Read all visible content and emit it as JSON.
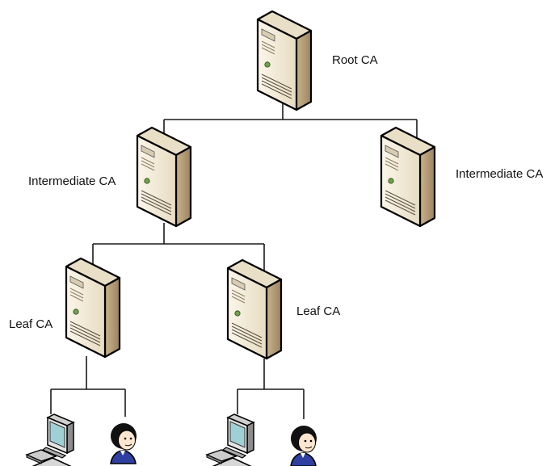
{
  "nodes": {
    "root": {
      "label": "Root CA",
      "icon": "server-icon"
    },
    "intermediate_left": {
      "label": "Intermediate CA",
      "icon": "server-icon"
    },
    "intermediate_right": {
      "label": "Intermediate CA",
      "icon": "server-icon"
    },
    "leaf_left": {
      "label": "Leaf CA",
      "icon": "server-icon"
    },
    "leaf_right": {
      "label": "Leaf CA",
      "icon": "server-icon"
    }
  },
  "endpoints": [
    {
      "icon": "computer-icon"
    },
    {
      "icon": "user-icon"
    },
    {
      "icon": "computer-icon"
    },
    {
      "icon": "user-icon"
    }
  ],
  "colors": {
    "server_front": "#f3ead6",
    "server_side": "#b89f77",
    "server_top": "#e6dcc3",
    "line": "#1a1a1a",
    "monitor_screen": "#9fd0d6",
    "user_shirt": "#3040a0"
  }
}
